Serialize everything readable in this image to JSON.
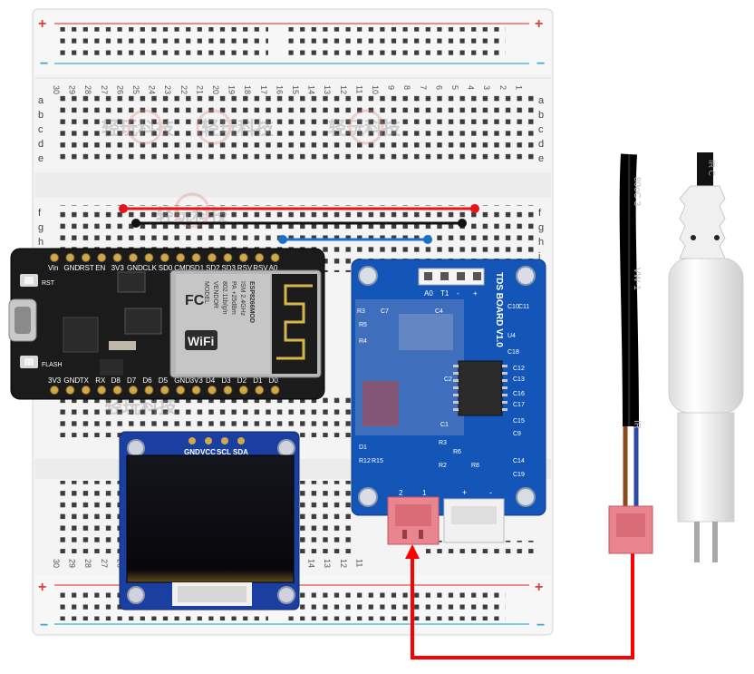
{
  "breadboard": {
    "rail_plus": "+",
    "rail_minus": "−",
    "row_letters_top": [
      "a",
      "b",
      "c",
      "d",
      "e"
    ],
    "row_letters_bottom": [
      "f",
      "g",
      "h",
      "i",
      "j"
    ],
    "column_numbers": [
      "30",
      "29",
      "28",
      "27",
      "26",
      "25",
      "24",
      "23",
      "22",
      "21",
      "20",
      "19",
      "18",
      "17",
      "16",
      "15",
      "14",
      "13",
      "12",
      "11",
      "10",
      "9",
      "8",
      "7",
      "6",
      "5",
      "4",
      "3",
      "2",
      "1"
    ],
    "watermark": "轻玩科技"
  },
  "jumper_wires": {
    "red": "#e8141b",
    "black": "#111111",
    "blue": "#1e6fc8",
    "signal": "#ff0000"
  },
  "esp_board": {
    "top_pins": [
      "Vin",
      "GND",
      "RST",
      "EN",
      "3V3",
      "GND",
      "CLK",
      "SD0",
      "CMD",
      "SD1",
      "SD2",
      "SD3",
      "RSV",
      "RSV",
      "A0"
    ],
    "bottom_pins": [
      "3V3",
      "GND",
      "TX",
      "RX",
      "D8",
      "D7",
      "D6",
      "D5",
      "GND",
      "3V3",
      "D4",
      "D3",
      "D2",
      "D1",
      "D0"
    ],
    "button_labels": [
      "RST",
      "FLASH"
    ],
    "module_label": "ESP8266MOD",
    "module_sub": "VENDOR",
    "wifi_label": "WiFi",
    "fc_label": "FC",
    "model_label": "MODEL",
    "ism_label": "ISM 2.4GHz",
    "pa_label": "PA +25dBm",
    "std_label": "802.11b/g/n"
  },
  "oled": {
    "pins": [
      "GND",
      "VCC",
      "SCL",
      "SDA"
    ]
  },
  "tds_board": {
    "title": "TDS BOARD V1.0",
    "header_pins": [
      "A0",
      "T1",
      "-",
      "+"
    ],
    "components": [
      "R3",
      "R5",
      "R4",
      "C7",
      "C4",
      "C10",
      "C11",
      "U4",
      "C18",
      "C12",
      "C13",
      "C16",
      "C17",
      "C15",
      "C9",
      "C2",
      "C1",
      "R3",
      "R6",
      "D1",
      "R12",
      "R15",
      "R2",
      "R8",
      "C14",
      "C19"
    ],
    "connector_labels": [
      "2",
      "1",
      "+",
      "-"
    ]
  },
  "probe": {
    "cable_text_left": "80oC 3",
    "cable_text_mid": "VW-1",
    "cable_text_small": "IR",
    "cable_text_right": "IR C"
  }
}
